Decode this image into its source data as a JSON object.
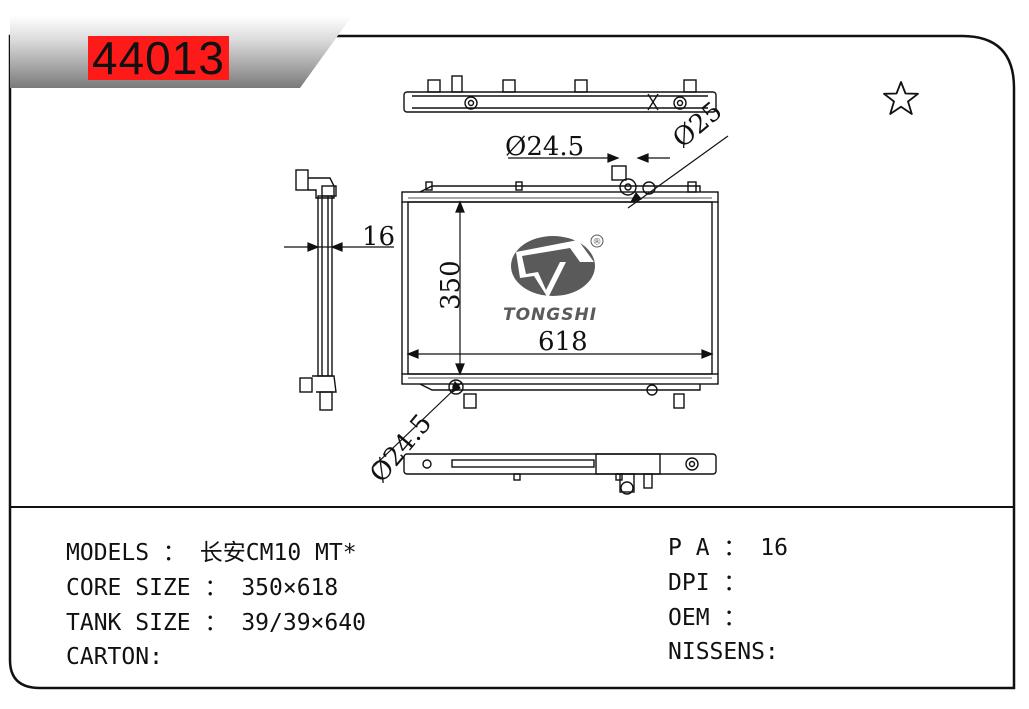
{
  "header": {
    "part_number": "44013",
    "favorite_icon": "star-outline-icon"
  },
  "drawing": {
    "brand": "TONGSHI",
    "registered_mark": "®",
    "dim_inlet": "Ø24.5",
    "dim_outlet_upper": "Ø25",
    "dim_core_thickness": "16",
    "dim_core_height": "350",
    "dim_core_width": "618",
    "dim_outlet_lower": "Ø24.5"
  },
  "specs": {
    "models": "MODELS ： 长安CM10 MT*",
    "core_size": "CORE SIZE ： 350×618",
    "tank_size": "TANK SIZE ： 39/39×640",
    "carton": "CARTON:",
    "pa": "P A ： 16",
    "dpi": "DPI ：",
    "oem": "OEM ：",
    "nissens": "NISSENS:"
  },
  "colors": {
    "title_highlight": "#ff1a1a",
    "frame": "#111111",
    "logo_gray": "#5a5a5a"
  }
}
